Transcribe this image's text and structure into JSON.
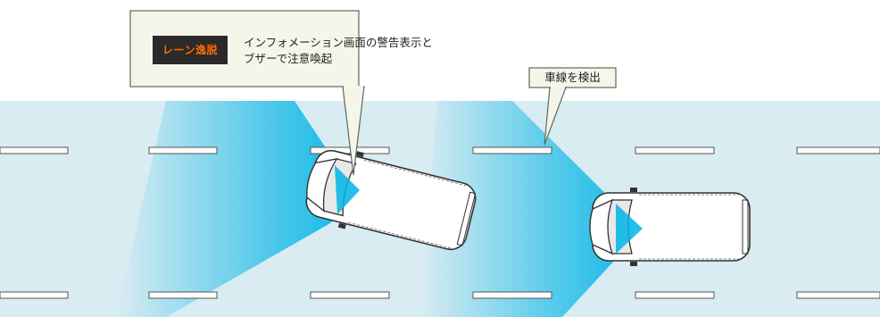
{
  "warning_callout": {
    "badge": "レーン逸脱",
    "text_line1": "インフォメーション画面の警告表示と",
    "text_line2": "ブザーで注意喚起"
  },
  "detect_callout": {
    "label": "車線を検出"
  },
  "colors": {
    "road": "#d9ecf2",
    "beam": "#00b4e6",
    "callout_bg": "#f5f5ea",
    "callout_border": "#5a6b5a",
    "badge_bg": "#2a2a2a",
    "badge_text": "#ff6a00"
  }
}
